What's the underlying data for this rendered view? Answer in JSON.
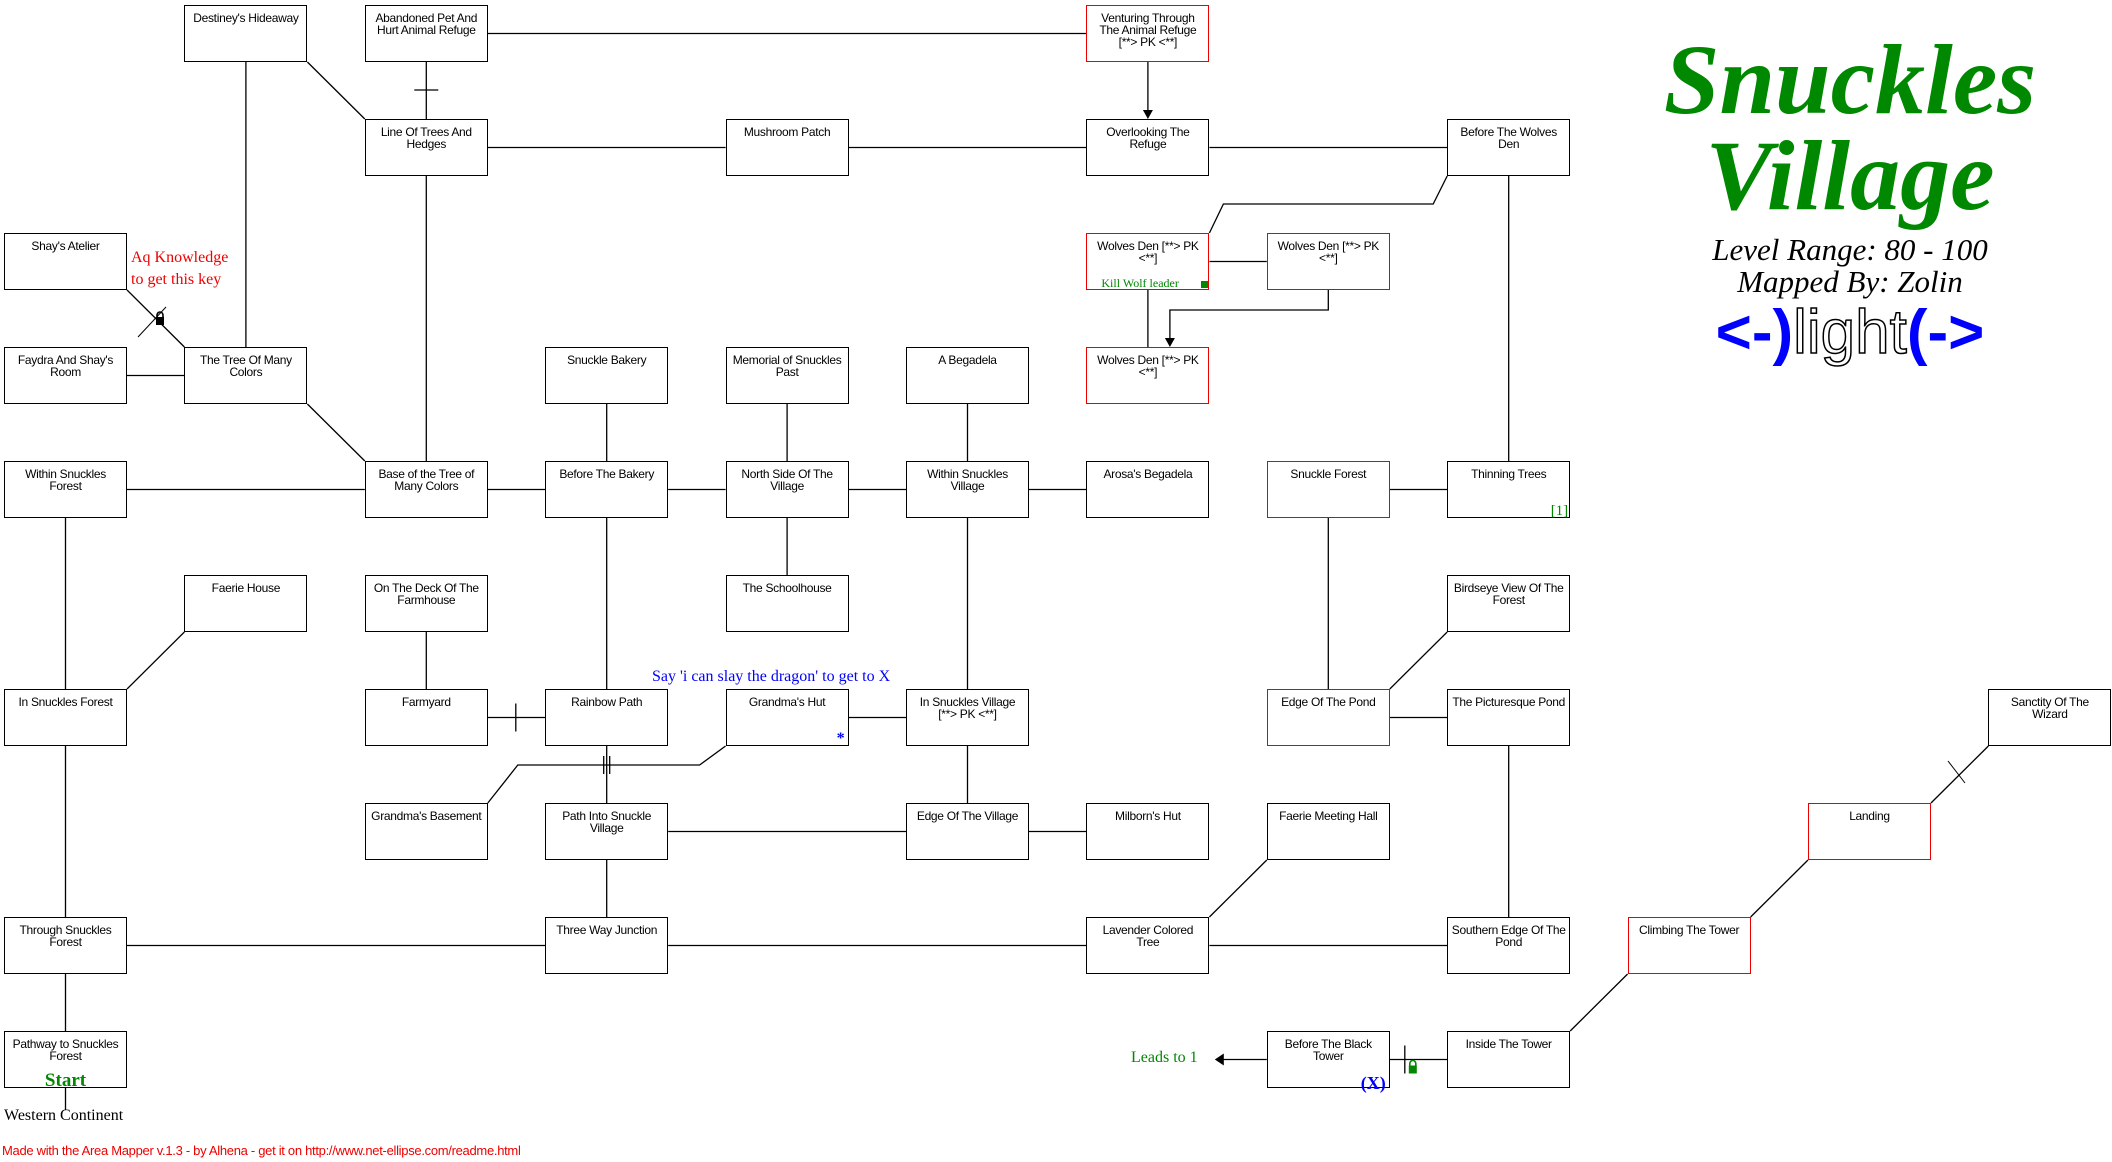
{
  "title": {
    "line1": "Snuckles",
    "line2": "Village"
  },
  "subtitle": {
    "level_range": "Level Range: 80 - 100",
    "mapped_by": "Mapped By: Zolin"
  },
  "logo": {
    "left": "<-)",
    "middle": "light",
    "right": "(->"
  },
  "rooms": {
    "destiny": "Destiney's Hideaway",
    "abandoned": "Abandoned Pet And Hurt Animal Refuge",
    "venturing": "Venturing Through The Animal Refuge [**> PK <**]",
    "lineoftrees": "Line Of Trees And Hedges",
    "mushroom": "Mushroom Patch",
    "overlooking": "Overlooking The Refuge",
    "beforewolves": "Before The Wolves Den",
    "shay": "Shay's Atelier",
    "wolves1": "Wolves Den [**> PK <**]",
    "wolves2": "Wolves Den [**> PK <**]",
    "faydra": "Faydra And Shay's Room",
    "tree": "The Tree Of Many Colors",
    "bakery": "Snuckle Bakery",
    "memorial": "Memorial of Snuckles Past",
    "begadela": "A Begadela",
    "wolves3": "Wolves Den [**> PK <**]",
    "withinforest": "Within Snuckles Forest",
    "base": "Base of the Tree of Many Colors",
    "beforebakery": "Before The Bakery",
    "northside": "North Side Of The Village",
    "withinvillage": "Within Snuckles Village",
    "arosa": "Arosa's Begadela",
    "snuckleforest": "Snuckle Forest",
    "thinning": "Thinning Trees",
    "faeriehouse": "Faerie House",
    "deck": "On The Deck Of The Farmhouse",
    "school": "The Schoolhouse",
    "birdseye": "Birdseye View Of The Forest",
    "inforest": "In Snuckles Forest",
    "farmyard": "Farmyard",
    "rainbow": "Rainbow Path",
    "grandmahut": "Grandma's Hut",
    "invillage": "In Snuckles Village [**> PK <**]",
    "edgepond": "Edge Of The Pond",
    "picturesque": "The Picturesque Pond",
    "sanctity": "Sanctity Of The Wizard",
    "basement": "Grandma's Basement",
    "pathinto": "Path Into Snuckle Village",
    "edgevillage": "Edge Of The Village",
    "milborn": "Milborn's Hut",
    "faeriehall": "Faerie Meeting Hall",
    "landing": "Landing",
    "through": "Through Snuckles Forest",
    "threeway": "Three Way Junction",
    "lavender": "Lavender Colored Tree",
    "southern": "Southern Edge Of The Pond",
    "climbing": "Climbing The Tower",
    "pathway": "Pathway to Snuckles Forest",
    "beforeblack": "Before The Black Tower",
    "inside": "Inside The Tower"
  },
  "notes": {
    "kill_wolfleader": "Kill Wolf leader",
    "grandma_star": "*",
    "thinning_marker": "[1]",
    "start": "Start",
    "black_tower_x": "(X)",
    "aq_line1": "Aq Knowledge",
    "aq_line2": "to get this key",
    "say_dragon": "Say 'i can slay the dragon' to get to X",
    "leads_to": "Leads to 1",
    "western_continent": "Western Continent"
  },
  "footer": "Made with the Area Mapper v.1.3 - by Alhena - get it on http://www.net-ellipse.com/readme.html",
  "colors": {
    "pk_border": "#ee0000",
    "normal_border": "#000000",
    "title": "#008000",
    "note_blue": "#0000ff"
  }
}
